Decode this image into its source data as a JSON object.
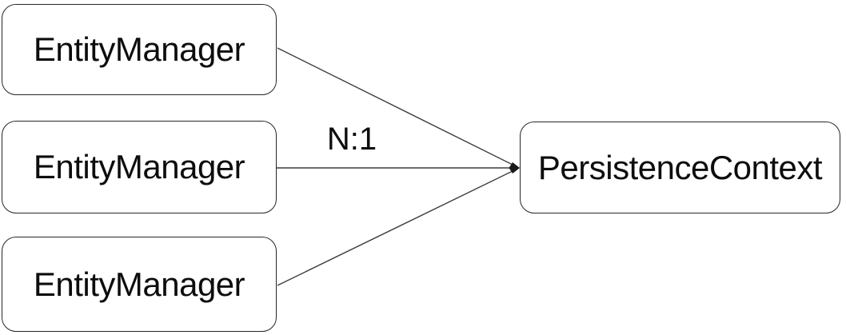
{
  "diagram": {
    "type": "relationship-diagram",
    "nodes": [
      {
        "id": "entity-manager-1",
        "label": "EntityManager"
      },
      {
        "id": "entity-manager-2",
        "label": "EntityManager"
      },
      {
        "id": "entity-manager-3",
        "label": "EntityManager"
      },
      {
        "id": "persistence-context",
        "label": "PersistenceContext"
      }
    ],
    "edges": [
      {
        "from": "entity-manager-1",
        "to": "persistence-context",
        "label": ""
      },
      {
        "from": "entity-manager-2",
        "to": "persistence-context",
        "label": "N:1"
      },
      {
        "from": "entity-manager-3",
        "to": "persistence-context",
        "label": ""
      }
    ],
    "edge_label": "N:1",
    "colors": {
      "background": "#ffffff",
      "node_border": "#262626",
      "connector": "#3d3d3d",
      "arrowhead": "#1a1a1a",
      "text": "#0d0d0d"
    }
  }
}
